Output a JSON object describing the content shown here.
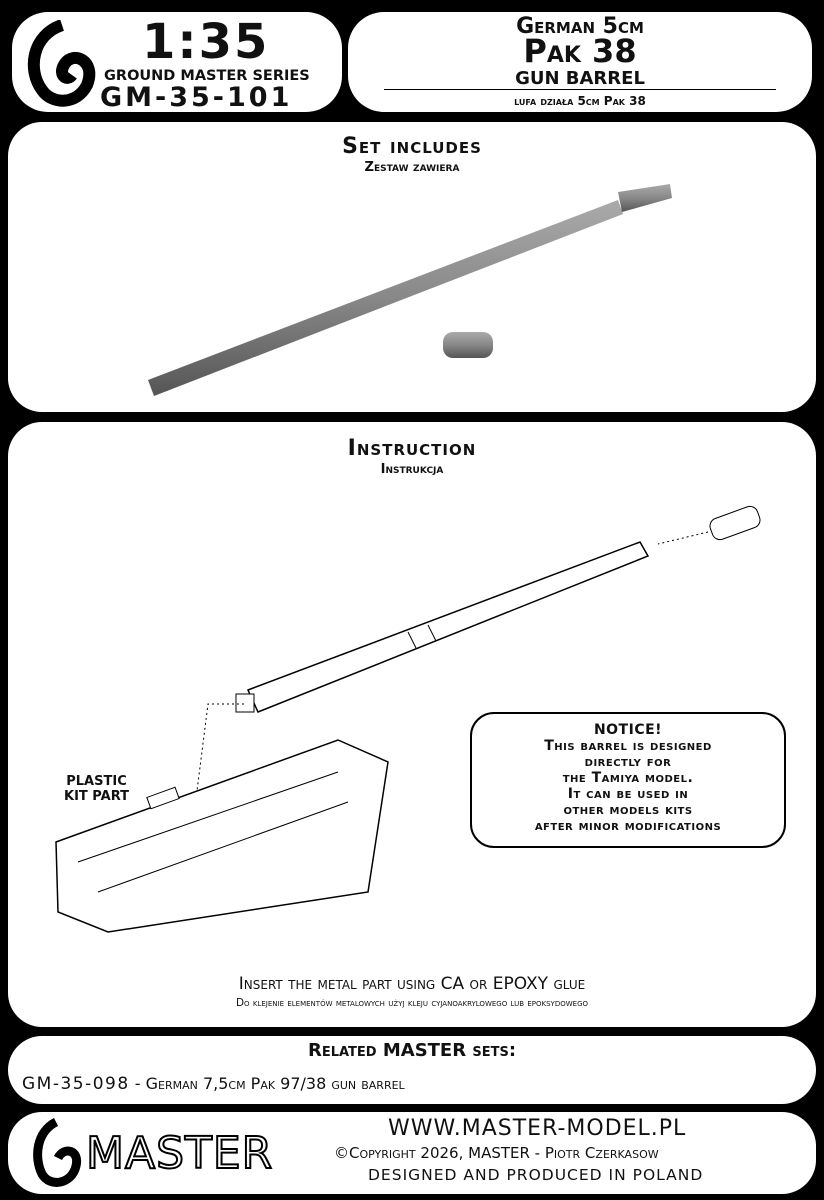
{
  "header": {
    "scale": "1:35",
    "series": "GROUND MASTER SERIES",
    "code": "GM-35-101",
    "title_line1": "German 5cm",
    "title_line2": "Pak 38",
    "title_line3": "GUN BARREL",
    "subtitle_pl": "lufa działa 5cm Pak 38"
  },
  "set_includes": {
    "title": "Set includes",
    "subtitle": "Zestaw zawiera"
  },
  "instruction": {
    "title": "Instruction",
    "subtitle": "Instrukcja",
    "plastic_label_1": "PLASTIC",
    "plastic_label_2": "KIT PART",
    "notice": [
      "NOTICE!",
      "This barrel is designed",
      "directly for",
      "the Tamiya model.",
      "It can be used in",
      "other models kits",
      "after minor modifications"
    ],
    "glue_en": "Insert the metal part using CA or EPOXY glue",
    "glue_pl": "Do klejenie elementów metalowych użyj kleju cyjanoakrylowego lub epoksydowego"
  },
  "related": {
    "title": "Related MASTER sets:",
    "items": [
      {
        "code": "GM-35-098",
        "desc": " - German 7,5cm Pak 97/38 gun barrel"
      }
    ]
  },
  "footer": {
    "logo": "MASTER",
    "url": "WWW.MASTER-MODEL.PL",
    "copyright": "©Copyright 2026, MASTER - Piotr Czerkasow",
    "made": "DESIGNED AND PRODUCED IN POLAND"
  }
}
